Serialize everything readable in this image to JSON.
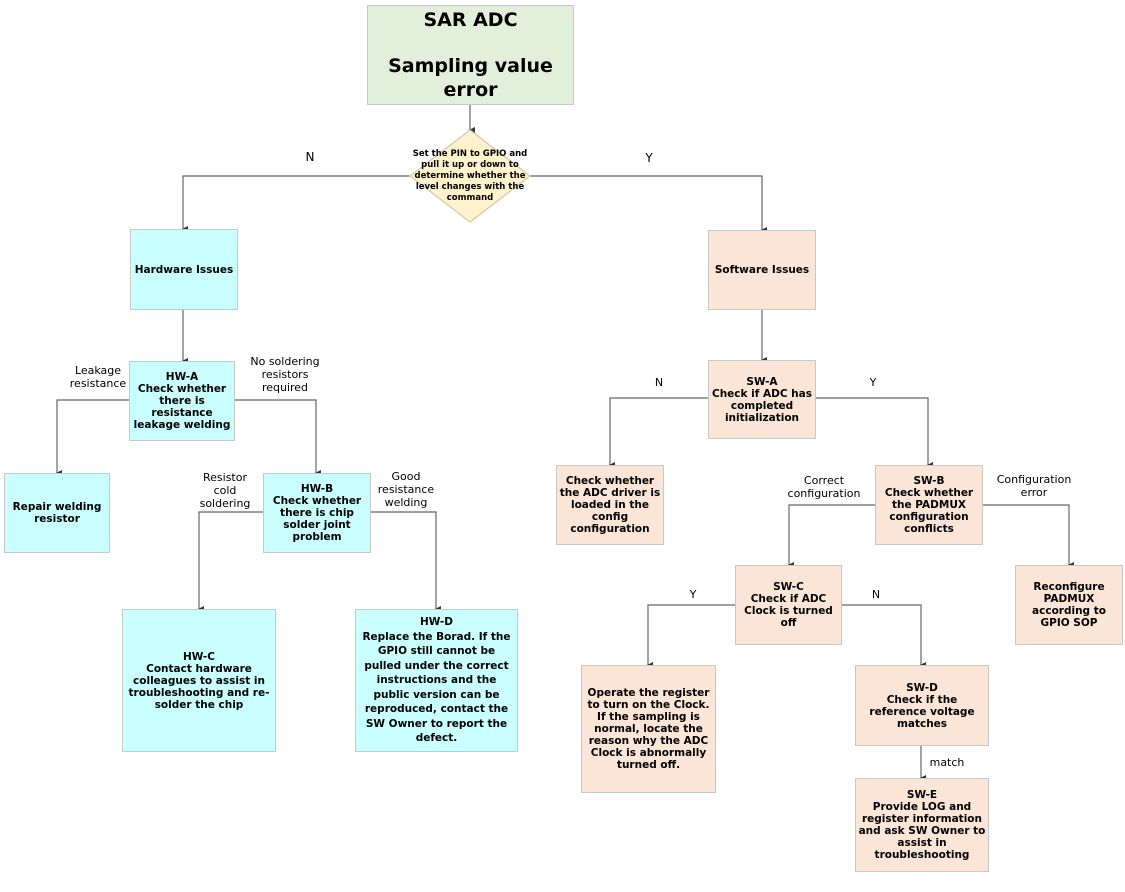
{
  "root": {
    "title": "SAR ADC",
    "subtitle": "Sampling value error"
  },
  "decision": {
    "text": "Set the PIN to GPIO and pull it up or down to determine whether the level changes with the command",
    "no_label": "N",
    "yes_label": "Y"
  },
  "hardware": {
    "title": "Hardware Issues",
    "hw_a": {
      "id": "HW-A",
      "text": "Check whether there is resistance leakage welding",
      "left_label": "Leakage resistance",
      "right_label": "No soldering resistors required"
    },
    "repair": {
      "text": "Repair welding resistor"
    },
    "hw_b": {
      "id": "HW-B",
      "text": "Check whether there is chip solder joint problem",
      "left_label": "Resistor cold soldering",
      "right_label": "Good resistance welding"
    },
    "hw_c": {
      "id": "HW-C",
      "text": "Contact hardware colleagues to assist in troubleshooting and re-solder the chip"
    },
    "hw_d": {
      "id": "HW-D",
      "text": "Replace the Borad. If the GPIO still cannot be pulled under the correct instructions and the public version can be reproduced, contact the SW Owner to report the defect."
    }
  },
  "software": {
    "title": "Software Issues",
    "sw_a": {
      "id": "SW-A",
      "text": "Check if ADC has completed initialization",
      "left_label": "N",
      "right_label": "Y"
    },
    "driver": {
      "text": "Check whether the ADC driver is loaded in the config configuration"
    },
    "sw_b": {
      "id": "SW-B",
      "text": "Check whether the PADMUX configuration conflicts",
      "left_label": "Correct configuration",
      "right_label": "Configuration error"
    },
    "reconfigure": {
      "text": "Reconfigure PADMUX according to GPIO SOP"
    },
    "sw_c": {
      "id": "SW-C",
      "text": "Check if ADC Clock is turned off",
      "left_label": "Y",
      "right_label": "N"
    },
    "operate": {
      "text": "Operate the register to turn on the Clock. If the sampling is normal, locate the reason why the ADC Clock is abnormally turned off."
    },
    "sw_d": {
      "id": "SW-D",
      "text": "Check if the reference voltage matches",
      "down_label": "match"
    },
    "sw_e": {
      "id": "SW-E",
      "text": "Provide LOG and register information and ask SW Owner to assist in troubleshooting"
    }
  },
  "colors": {
    "hardware": "#c9ffff",
    "software": "#fbe5d6",
    "root": "#e2efda",
    "decision": "#fff2cc",
    "line": "#555555"
  }
}
